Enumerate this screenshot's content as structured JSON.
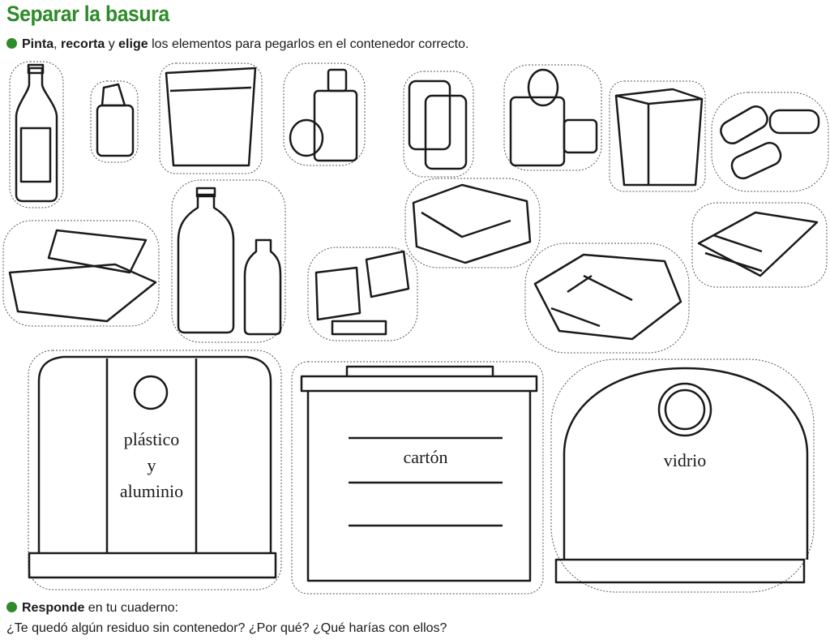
{
  "title": "Separar la basura",
  "instruction": {
    "b1": "Pinta",
    "sep1": ", ",
    "b2": "recorta",
    "sep2": " y ",
    "b3": "elige",
    "rest": " los elementos para pegarlos en el contenedor correcto."
  },
  "containers": [
    {
      "label_lines": [
        "plástico",
        "y",
        "aluminio"
      ]
    },
    {
      "label": "cartón"
    },
    {
      "label": "vidrio"
    }
  ],
  "question": {
    "bold": "Responde",
    "rest": " en tu cuaderno:",
    "text": "¿Te quedó algún residuo sin contenedor? ¿Por qué? ¿Qué harías con ellos?"
  },
  "colors": {
    "accent": "#2f8a2a",
    "ink": "#1a1a1a"
  }
}
